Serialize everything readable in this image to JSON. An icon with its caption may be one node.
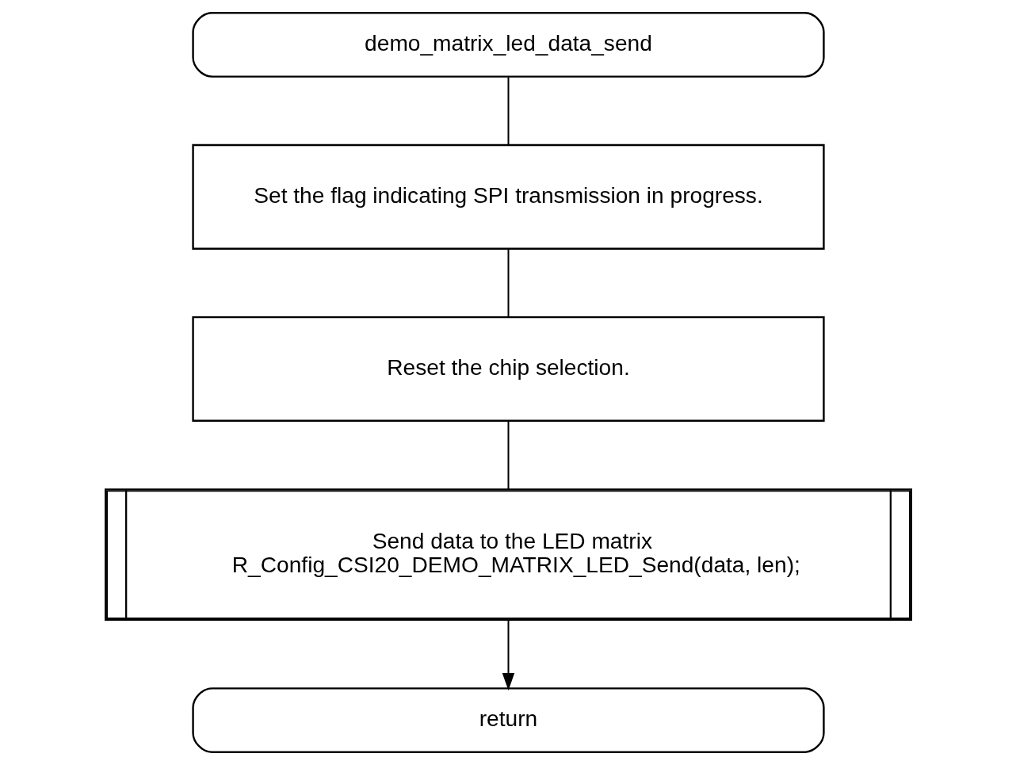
{
  "diagram": {
    "nodes": [
      {
        "text": [
          "demo_matrix_led_data_send"
        ]
      },
      {
        "text": [
          "Set the flag indicating SPI transmission in progress."
        ]
      },
      {
        "text": [
          "Reset the chip selection."
        ]
      },
      {
        "text": [
          "Send data to the LED matrix",
          "R_Config_CSI20_DEMO_MATRIX_LED_Send(data, len);"
        ]
      },
      {
        "text": [
          "return"
        ]
      }
    ],
    "edges": [
      {
        "from": 0,
        "to": 1,
        "arrow": "none"
      },
      {
        "from": 1,
        "to": 2,
        "arrow": "none"
      },
      {
        "from": 2,
        "to": 3,
        "arrow": "none"
      },
      {
        "from": 3,
        "to": 4,
        "arrow": "to"
      }
    ]
  }
}
